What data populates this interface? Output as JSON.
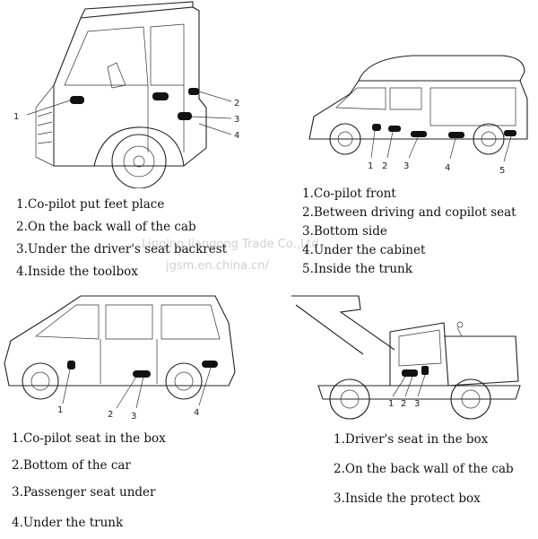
{
  "watermark": {
    "line1": "Linqing Jiangong Trade Co.,Ltd.",
    "line2": "jgsm.en.china.cn/"
  },
  "truck": {
    "callouts": [
      "1",
      "2",
      "3",
      "4"
    ],
    "items": [
      "1.Co-pilot put feet place",
      "2.On the back wall of the cab",
      "3.Under the driver's seat backrest",
      "4.Inside the toolbox"
    ]
  },
  "rv": {
    "callouts": [
      "1",
      "2",
      "3",
      "4",
      "5"
    ],
    "items": [
      "1.Co-pilot front",
      "2.Between driving and copilot seat",
      "3.Bottom side",
      "4.Under the cabinet",
      "5.Inside the trunk"
    ]
  },
  "van": {
    "callouts": [
      "1",
      "2",
      "3",
      "4"
    ],
    "items": [
      "1.Co-pilot seat in the box",
      "2.Bottom of the car",
      "3.Passenger seat under",
      "4.Under the trunk"
    ]
  },
  "excavator": {
    "callouts": [
      "1",
      "2",
      "3"
    ],
    "items": [
      "1.Driver's seat in the box",
      "2.On the back wall of the cab",
      "3.Inside the protect box"
    ]
  }
}
